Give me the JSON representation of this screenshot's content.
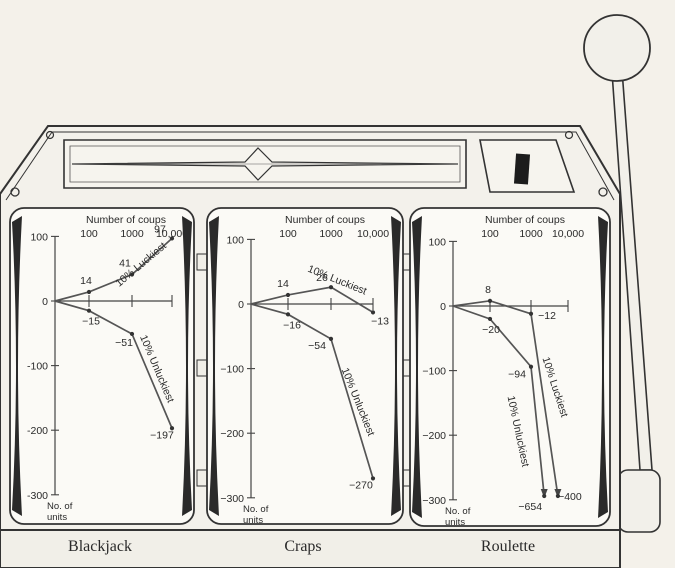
{
  "figure": {
    "coin_slot_label": "",
    "panel_titles": [
      "Blackjack",
      "Craps",
      "Roulette"
    ]
  },
  "chart_data": [
    {
      "type": "line",
      "game": "Blackjack",
      "top_axis_title": "Number of coups",
      "x_tick_labels": [
        "100",
        "1000",
        "10,000"
      ],
      "x": [
        0,
        100,
        1000,
        10000
      ],
      "y_tick_labels": [
        "100",
        "0",
        "-100",
        "-200",
        "-300"
      ],
      "y_ticks": [
        100,
        0,
        -100,
        -200,
        -300
      ],
      "ylim": [
        -300,
        100
      ],
      "y_axis_label": [
        "No. of",
        "units"
      ],
      "series": [
        {
          "name": "10% Luckiest",
          "values": [
            0,
            14,
            41,
            97
          ],
          "point_labels": [
            "",
            "14",
            "41",
            "97"
          ]
        },
        {
          "name": "10% Unluckiest",
          "values": [
            0,
            -15,
            -51,
            -197
          ],
          "point_labels": [
            "",
            "−15",
            "−51",
            "−197"
          ]
        }
      ]
    },
    {
      "type": "line",
      "game": "Craps",
      "top_axis_title": "Number of coups",
      "x_tick_labels": [
        "100",
        "1000",
        "10,000"
      ],
      "x": [
        0,
        100,
        1000,
        10000
      ],
      "y_tick_labels": [
        "100",
        "0",
        "−100",
        "−200",
        "−300"
      ],
      "y_ticks": [
        100,
        0,
        -100,
        -200,
        -300
      ],
      "ylim": [
        -300,
        100
      ],
      "y_axis_label": [
        "No. of",
        "units"
      ],
      "series": [
        {
          "name": "10% Luckiest",
          "values": [
            0,
            14,
            26,
            -13
          ],
          "point_labels": [
            "",
            "14",
            "26",
            "−13"
          ]
        },
        {
          "name": "10% Unluckiest",
          "values": [
            0,
            -16,
            -54,
            -270
          ],
          "point_labels": [
            "",
            "−16",
            "−54",
            "−270"
          ]
        }
      ]
    },
    {
      "type": "line",
      "game": "Roulette",
      "top_axis_title": "Number of coups",
      "x_tick_labels": [
        "100",
        "1000",
        "10,000"
      ],
      "x": [
        0,
        100,
        1000,
        10000
      ],
      "y_tick_labels": [
        "100",
        "0",
        "−100",
        "−200",
        "−300"
      ],
      "y_ticks": [
        100,
        0,
        -100,
        -200,
        -300
      ],
      "ylim": [
        -300,
        100
      ],
      "y_axis_label": [
        "No. of",
        "units"
      ],
      "series": [
        {
          "name": "10% Luckiest",
          "values": [
            0,
            8,
            -12,
            -400
          ],
          "point_labels": [
            "",
            "8",
            "−12",
            "−400"
          ]
        },
        {
          "name": "10% Unluckiest",
          "values": [
            0,
            -20,
            -94,
            -654
          ],
          "point_labels": [
            "",
            "−20",
            "−94",
            "−654"
          ]
        }
      ]
    }
  ]
}
